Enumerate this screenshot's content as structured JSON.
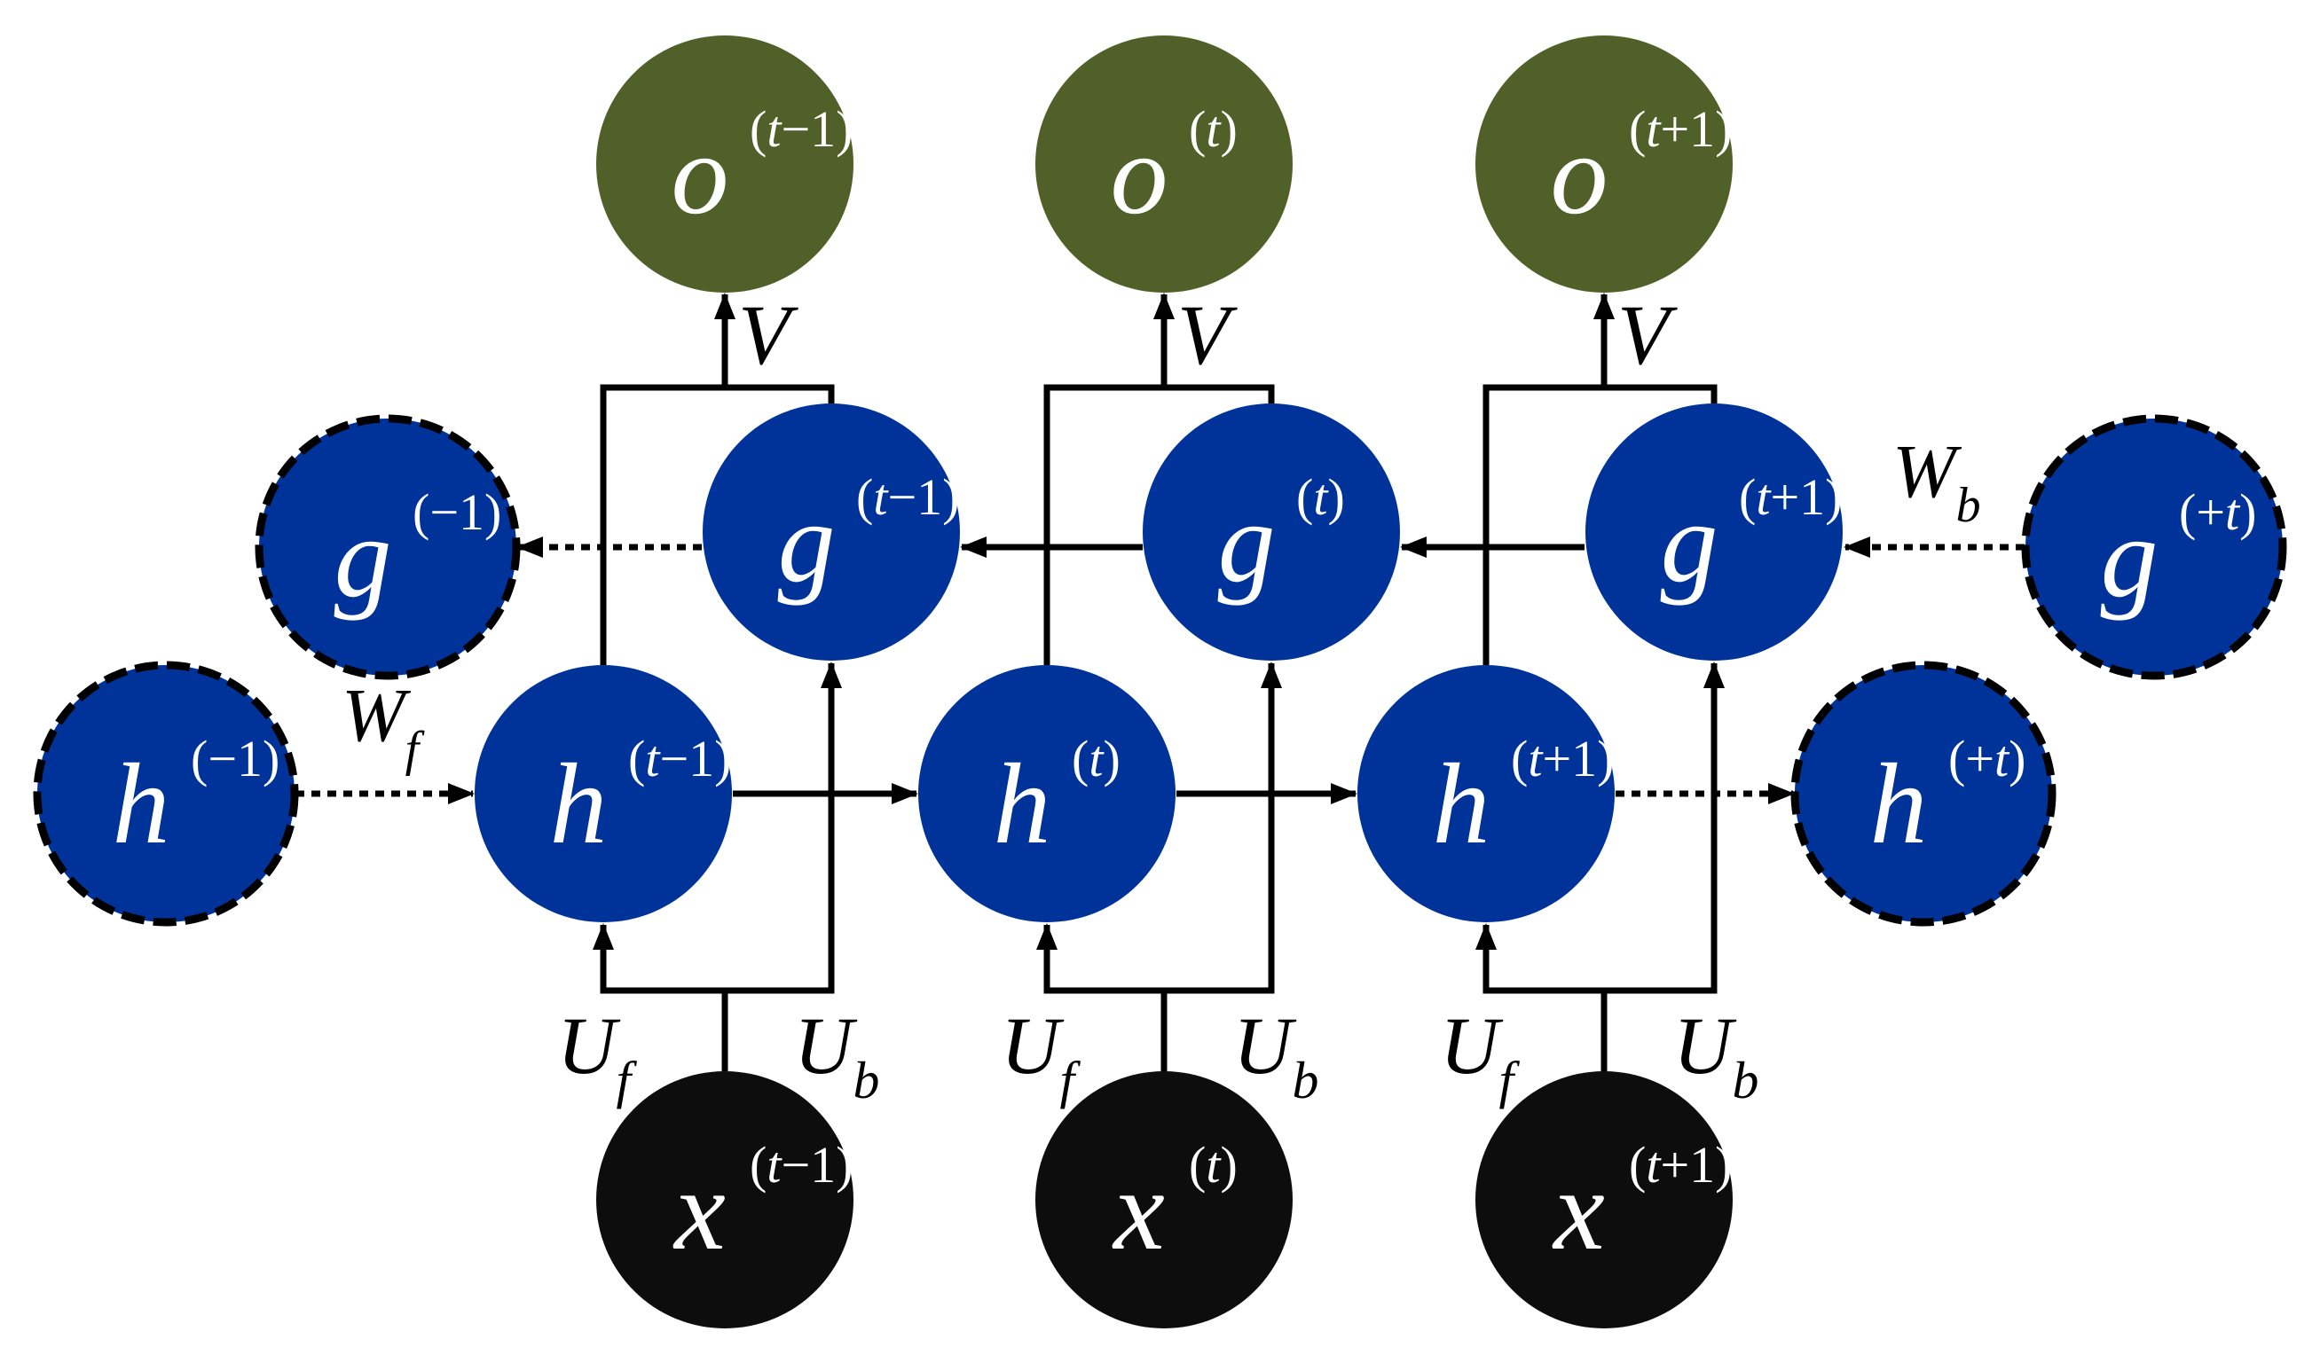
{
  "colors": {
    "output_node": "#506028",
    "hidden_node": "#003399",
    "input_node": "#0d0d0d",
    "edge": "#000000",
    "node_text": "#ffffff"
  },
  "nodes": {
    "o_prev": {
      "base": "o",
      "sup_open": "(",
      "sup_var": "t",
      "sup_rest": "−1)",
      "kind": "output"
    },
    "o_curr": {
      "base": "o",
      "sup_open": "(",
      "sup_var": "t",
      "sup_rest": ")",
      "kind": "output"
    },
    "o_next": {
      "base": "o",
      "sup_open": "(",
      "sup_var": "t",
      "sup_rest": "+1)",
      "kind": "output"
    },
    "g_minus": {
      "base": "g",
      "sup_open": "(−1)",
      "sup_var": "",
      "sup_rest": "",
      "kind": "virtual"
    },
    "g_prev": {
      "base": "g",
      "sup_open": "(",
      "sup_var": "t",
      "sup_rest": "−1)",
      "kind": "hidden"
    },
    "g_curr": {
      "base": "g",
      "sup_open": "(",
      "sup_var": "t",
      "sup_rest": ")",
      "kind": "hidden"
    },
    "g_next": {
      "base": "g",
      "sup_open": "(",
      "sup_var": "t",
      "sup_rest": "+1)",
      "kind": "hidden"
    },
    "g_plus": {
      "base": "g",
      "sup_open": "(+",
      "sup_var": "t",
      "sup_rest": ")",
      "kind": "virtual"
    },
    "h_minus": {
      "base": "h",
      "sup_open": "(−1)",
      "sup_var": "",
      "sup_rest": "",
      "kind": "virtual"
    },
    "h_prev": {
      "base": "h",
      "sup_open": "(",
      "sup_var": "t",
      "sup_rest": "−1)",
      "kind": "hidden"
    },
    "h_curr": {
      "base": "h",
      "sup_open": "(",
      "sup_var": "t",
      "sup_rest": ")",
      "kind": "hidden"
    },
    "h_next": {
      "base": "h",
      "sup_open": "(",
      "sup_var": "t",
      "sup_rest": "+1)",
      "kind": "hidden"
    },
    "h_plus": {
      "base": "h",
      "sup_open": "(+",
      "sup_var": "t",
      "sup_rest": ")",
      "kind": "virtual"
    },
    "x_prev": {
      "base": "x",
      "sup_open": "(",
      "sup_var": "t",
      "sup_rest": "−1)",
      "kind": "input"
    },
    "x_curr": {
      "base": "x",
      "sup_open": "(",
      "sup_var": "t",
      "sup_rest": ")",
      "kind": "input"
    },
    "x_next": {
      "base": "x",
      "sup_open": "(",
      "sup_var": "t",
      "sup_rest": "+1)",
      "kind": "input"
    }
  },
  "edge_labels": {
    "V": "V",
    "W": "W",
    "U": "U",
    "sub_f": "f",
    "sub_b": "b"
  }
}
